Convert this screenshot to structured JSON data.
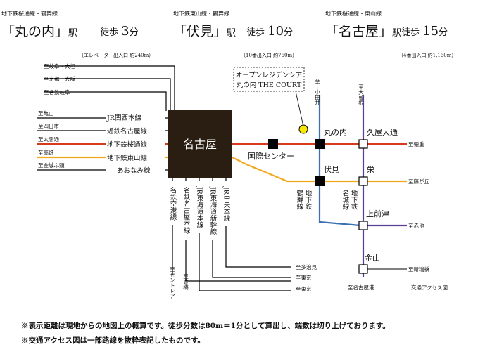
{
  "stations": [
    {
      "lines": "地下鉄桜通線・鶴舞線",
      "name": "「丸の内」",
      "eki": "駅",
      "walk_label": "徒歩",
      "minutes": "3",
      "unit": "分",
      "note": "（エレベーター出入口 約240m）"
    },
    {
      "lines": "地下鉄東山線・鶴舞線",
      "name": "「伏見」",
      "eki": "駅",
      "walk_label": "徒歩",
      "minutes": "10",
      "unit": "分",
      "note": "（10番出入口 約760m）"
    },
    {
      "lines": "地下鉄桜通線・東山線",
      "name": "「名古屋」",
      "eki": "駅",
      "walk_label": "徒歩",
      "minutes": "15",
      "unit": "分",
      "note": "（4番出入口 約1,160m）"
    }
  ],
  "map": {
    "hub": "名古屋",
    "property": [
      "オープンレジデンシア",
      "丸の内 THE COURT"
    ],
    "left_top_destinations": [
      "至岐阜・大垣",
      "至京都・大阪",
      "至名鉄岐阜"
    ],
    "left_lines": [
      {
        "dest": "至亀山",
        "line": "JR関西本線"
      },
      {
        "dest": "至四日市",
        "line": "近鉄名古屋線"
      },
      {
        "dest": "至太閤通",
        "line": "地下鉄桜通線"
      },
      {
        "dest": "至高畑",
        "line": "地下鉄東山線"
      },
      {
        "dest": "至金城ふ頭",
        "line": "あおなみ線"
      }
    ],
    "vertical_lines": [
      "名鉄空港線",
      "名鉄名古屋本線",
      "JR東海道本線",
      "JR東海道新幹線",
      "JR中央本線"
    ],
    "vertical_dests": [
      "至セントレア",
      "至豊橋"
    ],
    "bottom_dests": [
      "至多治見",
      "至東京",
      "至東京"
    ],
    "stations": [
      "国際センター",
      "丸の内",
      "久屋大通",
      "伏見",
      "栄",
      "上前津",
      "金山"
    ],
    "subway_labels": [
      "鶴舞線",
      "地下鉄",
      "名城線",
      "地下鉄"
    ],
    "right_dests": [
      "至上小田井",
      "至大曽根",
      "至徳重",
      "至藤が丘",
      "至赤池",
      "至新瑞橋",
      "至名古屋港"
    ],
    "legend": "交通アクセス図"
  },
  "colors": {
    "sakuradori": "#d7391c",
    "higashiyama": "#f2a81d",
    "tsurumai": "#3a6fb0",
    "meijo": "#5a3f99",
    "hub": "#2a1d12",
    "black": "#000000"
  },
  "footnotes": [
    "※表示距離は現地からの地図上の概算です。徒歩分数は80m＝1分として算出し、端数は切り上げております。",
    "※交通アクセス図は一部路線を抜粋表記したものです。"
  ]
}
